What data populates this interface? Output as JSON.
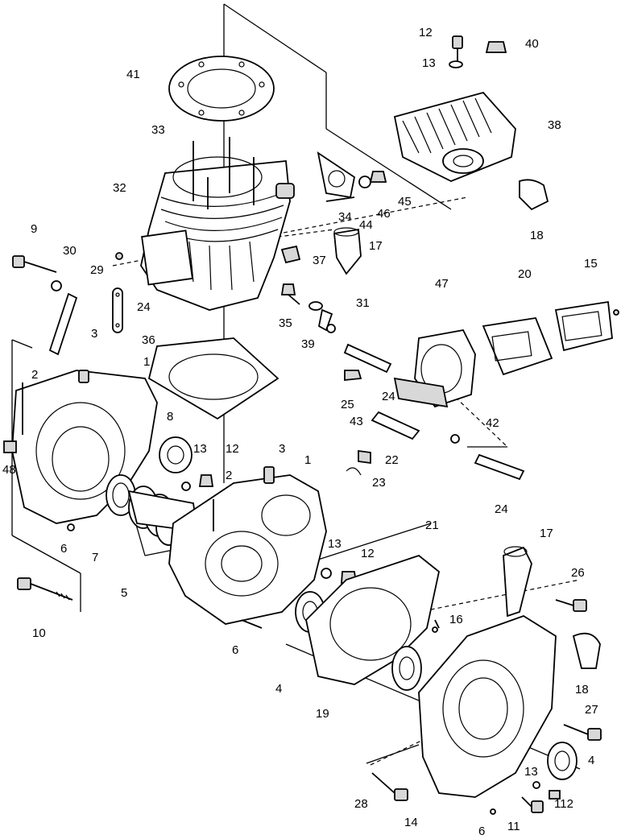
{
  "callouts": [
    {
      "id": "c12a",
      "text": "12"
    },
    {
      "id": "c40",
      "text": "40"
    },
    {
      "id": "c13a",
      "text": "13"
    },
    {
      "id": "c41",
      "text": "41"
    },
    {
      "id": "c38",
      "text": "38"
    },
    {
      "id": "c33",
      "text": "33"
    },
    {
      "id": "c32",
      "text": "32"
    },
    {
      "id": "c46",
      "text": "46"
    },
    {
      "id": "c45",
      "text": "45"
    },
    {
      "id": "c34",
      "text": "34"
    },
    {
      "id": "c44",
      "text": "44"
    },
    {
      "id": "c18a",
      "text": "18"
    },
    {
      "id": "c9",
      "text": "9"
    },
    {
      "id": "c30",
      "text": "30"
    },
    {
      "id": "c29",
      "text": "29"
    },
    {
      "id": "c17a",
      "text": "17"
    },
    {
      "id": "c37",
      "text": "37"
    },
    {
      "id": "c47",
      "text": "47"
    },
    {
      "id": "c20",
      "text": "20"
    },
    {
      "id": "c15",
      "text": "15"
    },
    {
      "id": "c24a",
      "text": "24"
    },
    {
      "id": "c35",
      "text": "35"
    },
    {
      "id": "c31",
      "text": "31"
    },
    {
      "id": "c36",
      "text": "36"
    },
    {
      "id": "c39",
      "text": "39"
    },
    {
      "id": "c3a",
      "text": "3"
    },
    {
      "id": "c1a",
      "text": "1"
    },
    {
      "id": "c2a",
      "text": "2"
    },
    {
      "id": "c25",
      "text": "25"
    },
    {
      "id": "c24b",
      "text": "24"
    },
    {
      "id": "c43",
      "text": "43"
    },
    {
      "id": "c42",
      "text": "42"
    },
    {
      "id": "c8",
      "text": "8"
    },
    {
      "id": "c13b",
      "text": "13"
    },
    {
      "id": "c12b",
      "text": "12"
    },
    {
      "id": "c3b",
      "text": "3"
    },
    {
      "id": "c1b",
      "text": "1"
    },
    {
      "id": "c22",
      "text": "22"
    },
    {
      "id": "c48",
      "text": "48"
    },
    {
      "id": "c2b",
      "text": "2"
    },
    {
      "id": "c23",
      "text": "23"
    },
    {
      "id": "c24c",
      "text": "24"
    },
    {
      "id": "c6a",
      "text": "6"
    },
    {
      "id": "c7",
      "text": "7"
    },
    {
      "id": "c21",
      "text": "21"
    },
    {
      "id": "c17b",
      "text": "17"
    },
    {
      "id": "c13c",
      "text": "13"
    },
    {
      "id": "c12c",
      "text": "12"
    },
    {
      "id": "c5",
      "text": "5"
    },
    {
      "id": "c26",
      "text": "26"
    },
    {
      "id": "c10",
      "text": "10"
    },
    {
      "id": "c16",
      "text": "16"
    },
    {
      "id": "c6b",
      "text": "6"
    },
    {
      "id": "c4a",
      "text": "4"
    },
    {
      "id": "c18b",
      "text": "18"
    },
    {
      "id": "c19",
      "text": "19"
    },
    {
      "id": "c27",
      "text": "27"
    },
    {
      "id": "c4b",
      "text": "4"
    },
    {
      "id": "c13d",
      "text": "13"
    },
    {
      "id": "c28",
      "text": "28"
    },
    {
      "id": "c112",
      "text": "112"
    },
    {
      "id": "c14",
      "text": "14"
    },
    {
      "id": "c11",
      "text": "11"
    },
    {
      "id": "c6c",
      "text": "6"
    }
  ]
}
